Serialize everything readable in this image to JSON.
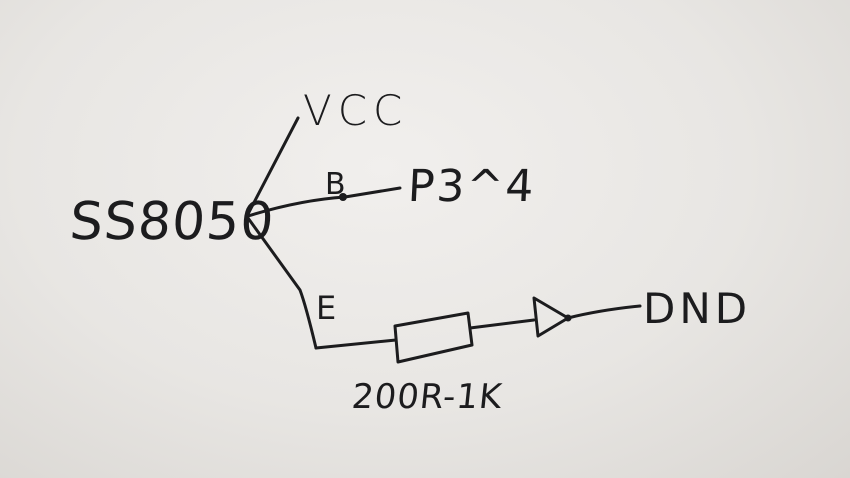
{
  "diagram": {
    "labels": {
      "device": "SS8050",
      "vcc": "VCC",
      "base": "B",
      "port": "P3^4",
      "emitter": "E",
      "resistor_value": "200R-1K",
      "led_end": "DND"
    },
    "components": [
      {
        "kind": "transistor",
        "name": "SS8050"
      },
      {
        "kind": "resistor",
        "value": "200R-1K"
      },
      {
        "kind": "diode"
      }
    ],
    "connections": [
      {
        "from": "SS8050",
        "to": "VCC"
      },
      {
        "from": "SS8050 B",
        "to": "P3^4"
      },
      {
        "from": "SS8050 E",
        "to": "resistor"
      },
      {
        "from": "resistor",
        "to": "diode"
      },
      {
        "from": "diode",
        "to": "DND"
      }
    ],
    "colors": {
      "paper": "#e9e7e4",
      "ink": "#1c1c1e"
    }
  }
}
